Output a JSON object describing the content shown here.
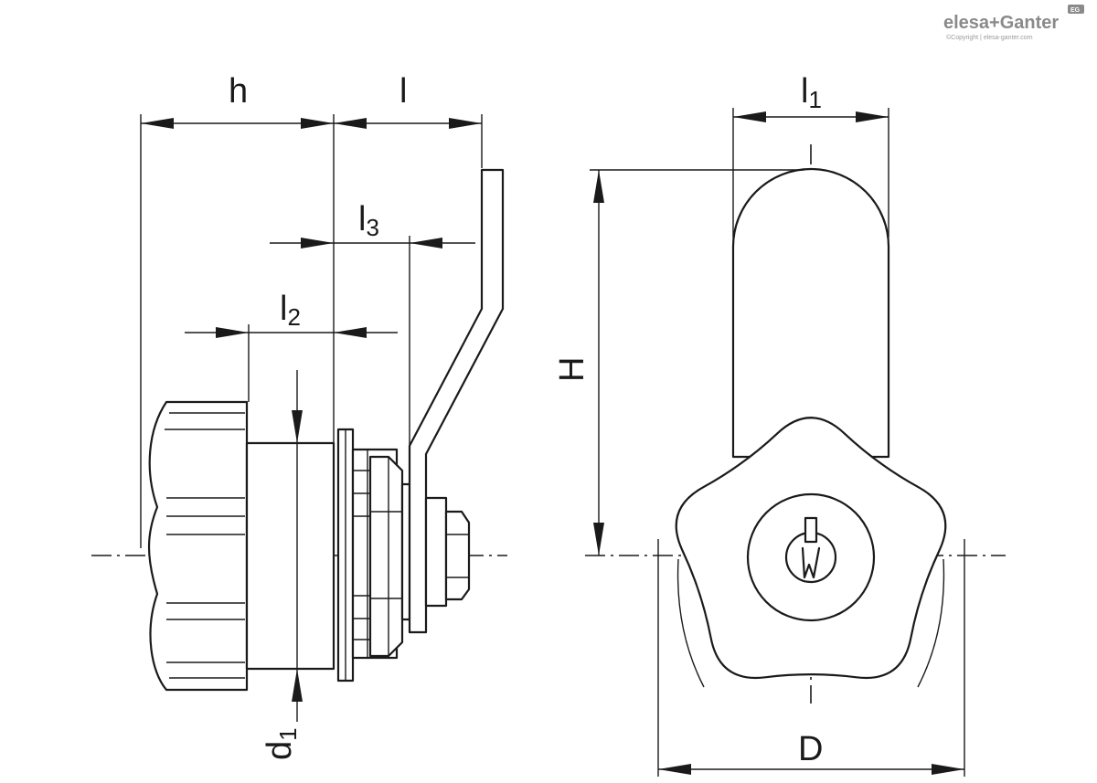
{
  "brand": {
    "name": "elesa+Ganter",
    "badge": "EG",
    "copyright": "©Copyright | elesa-ganter.com"
  },
  "dimensions": {
    "h": "h",
    "l": "l",
    "l1_base": "l",
    "l1_sub": "1",
    "l2_base": "l",
    "l2_sub": "2",
    "l3_base": "l",
    "l3_sub": "3",
    "d1_base": "d",
    "d1_sub": "1",
    "H": "H",
    "D": "D"
  }
}
